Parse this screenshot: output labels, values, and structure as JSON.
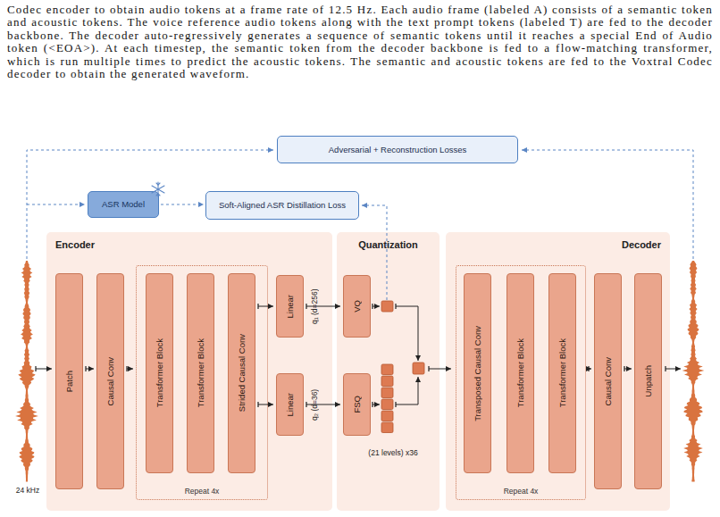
{
  "diagram": {
    "caption": "Codec encoder to obtain audio tokens at a frame rate of 12.5 Hz. Each audio frame (labeled A) consists of a semantic token and acoustic tokens. The voice reference audio tokens along with the text prompt tokens (labeled T) are fed to the decoder backbone. The decoder auto-regressively generates a sequence of semantic tokens until it reaches a special End of Audio token (<EOA>). At each timestep, the semantic token from the decoder backbone is fed to a flow-matching transformer, which is run multiple times to predict the acoustic tokens. The semantic and acoustic tokens are fed to the Voxtral Codec decoder to obtain the generated waveform.",
    "nodes": [
      {
        "text": [
          "Adversarial + Reconstruction Losses"
        ]
      },
      {
        "text": [
          "ASR Model"
        ]
      },
      {
        "text": [
          "Soft-Aligned ASR Distillation Loss"
        ]
      },
      {
        "text": [
          "Encoder"
        ]
      },
      {
        "text": [
          "Patch"
        ],
        "in": 3
      },
      {
        "text": [
          "Causal Conv"
        ],
        "in": 3
      },
      {
        "text": [
          "Repeat 4x"
        ],
        "in": 3
      },
      {
        "text": [
          "Transformer Block"
        ],
        "in": 6
      },
      {
        "text": [
          "Transformer Block"
        ],
        "in": 6
      },
      {
        "text": [
          "Strided Causal Conv"
        ],
        "in": 6
      },
      {
        "text": [
          "Linear"
        ],
        "in": 3
      },
      {
        "text": [
          "Linear"
        ],
        "in": 3
      },
      {
        "text": [
          "Quantization"
        ]
      },
      {
        "text": [
          "VQ"
        ],
        "in": 12
      },
      {
        "text": [
          "FSQ"
        ],
        "in": 12
      },
      {
        "text": [
          "Decoder"
        ]
      },
      {
        "text": [
          "Repeat 4x"
        ],
        "in": 15
      },
      {
        "text": [
          "Transposed Causal Conv"
        ],
        "in": 16
      },
      {
        "text": [
          "Transformer Block"
        ],
        "in": 16
      },
      {
        "text": [
          "Transformer Block"
        ],
        "in": 16
      },
      {
        "text": [
          "Causal Conv"
        ],
        "in": 15
      },
      {
        "text": [
          "Unpatch"
        ],
        "in": 15
      }
    ],
    "edges": [
      {
        "from": 1,
        "to": 2,
        "arrow": "to"
      },
      {
        "from": 4,
        "to": 5,
        "arrow": "to"
      },
      {
        "from": 5,
        "to": 6,
        "arrow": "to"
      },
      {
        "from": 9,
        "to": 10,
        "arrow": "to"
      },
      {
        "from": 9,
        "to": 11,
        "arrow": "to"
      },
      {
        "from": 10,
        "to": 13,
        "arrow": "to"
      },
      {
        "from": 11,
        "to": 14,
        "arrow": "to"
      },
      {
        "from": 16,
        "to": 20,
        "arrow": "to"
      },
      {
        "from": 20,
        "to": 21,
        "arrow": "to"
      }
    ],
    "labels": [
      "q₁ (d=256)",
      "q₂ (d=36)",
      "(21 levels) x36",
      "24 kHz"
    ]
  }
}
